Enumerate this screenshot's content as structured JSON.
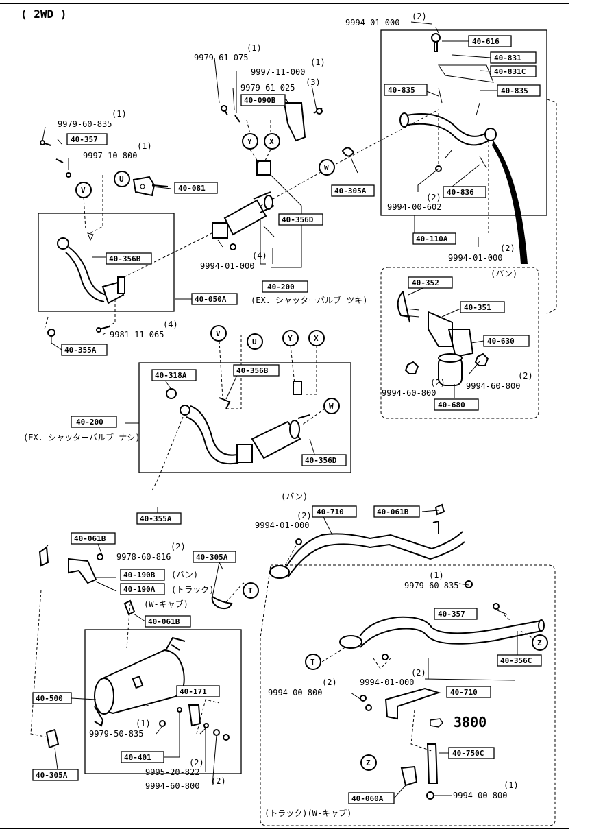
{
  "title": "( 2WD )",
  "diagram_number": "3800",
  "refs": {
    "r40_616": "40-616",
    "r40_831": "40-831",
    "r40_831c": "40-831C",
    "r40_835a": "40-835",
    "r40_835b": "40-835",
    "r40_836": "40-836",
    "r40_110a": "40-110A",
    "r40_305a_top": "40-305A",
    "r40_357_top": "40-357",
    "r40_081": "40-081",
    "r40_356b_top": "40-356B",
    "r40_050a": "40-050A",
    "r40_355a_top": "40-355A",
    "r40_090b": "40-090B",
    "r40_356d_top": "40-356D",
    "r40_200_top": "40-200",
    "r40_352": "40-352",
    "r40_351": "40-351",
    "r40_630": "40-630",
    "r40_680": "40-680",
    "r40_318a": "40-318A",
    "r40_356b_mid": "40-356B",
    "r40_200_mid": "40-200",
    "r40_356d_mid": "40-356D",
    "r40_355a_mid": "40-355A",
    "r40_710_top": "40-710",
    "r40_061b_top": "40-061B",
    "r40_061b_left": "40-061B",
    "r40_305a_mid": "40-305A",
    "r40_190b": "40-190B",
    "r40_190a": "40-190A",
    "r40_061b_bot": "40-061B",
    "r40_357_bot": "40-357",
    "r40_356c": "40-356C",
    "r40_710_bot": "40-710",
    "r40_500": "40-500",
    "r40_171": "40-171",
    "r40_401": "40-401",
    "r40_305a_bot": "40-305A",
    "r40_750c": "40-750C",
    "r40_060a": "40-060A"
  },
  "parts": {
    "p1": "9994-01-000",
    "p2": "9979-61-075",
    "p3": "9997-11-000",
    "p4": "9979-61-025",
    "p5": "9979-60-835",
    "p6": "9997-10-800",
    "p7": "9994-00-602",
    "p8": "9994-01-000",
    "p9": "9994-01-000",
    "p10": "9981-11-065",
    "p11": "9994-60-800",
    "p12": "9994-60-800",
    "p13": "9994-01-000",
    "p14": "9978-60-816",
    "p15": "9979-60-835",
    "p16": "9994-01-000",
    "p17": "9994-00-800",
    "p18": "9979-50-835",
    "p19": "9995-20-822",
    "p20": "9994-60-800",
    "p21": "9994-00-800"
  },
  "qty": {
    "q1": "(2)",
    "q2": "(1)",
    "q3": "(1)",
    "q4": "(3)",
    "q5": "(1)",
    "q6": "(1)",
    "q7": "(2)",
    "q8": "(4)",
    "q9": "(2)",
    "q10": "(4)",
    "q11": "(2)",
    "q12": "(2)",
    "q13": "(2)",
    "q14": "(2)",
    "q15": "(1)",
    "q16": "(2)",
    "q17": "(2)",
    "q18": "(1)",
    "q19": "(2)",
    "q20": "(2)",
    "q21": "(1)"
  },
  "notes": {
    "van_top": "(バン)",
    "ex_shutter_with": "(EX. シャッターバルブ ツキ)",
    "ex_shutter_without": "(EX. シャッターバルブ ナシ)",
    "van_mid": "(バン)",
    "van_left": "(バン)",
    "truck_left": "(トラック)",
    "wcab_left": "(W-キャブ)",
    "truck_wcab_bot": "(トラック)(W-キャブ)"
  },
  "circles": {
    "c_y1": "Y",
    "c_x1": "X",
    "c_w1": "W",
    "c_v1": "V",
    "c_u1": "U",
    "c_v2": "V",
    "c_u2": "U",
    "c_y2": "Y",
    "c_x2": "X",
    "c_w2": "W",
    "c_t1": "T",
    "c_t2": "T",
    "c_z1": "Z",
    "c_z2": "Z"
  }
}
